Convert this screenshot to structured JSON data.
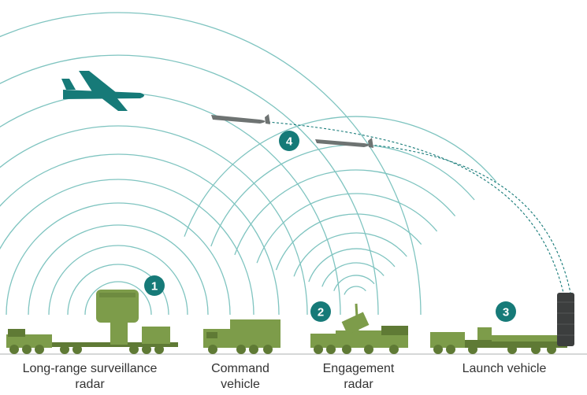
{
  "colors": {
    "wave": "#7fc4c0",
    "badge": "#167a78",
    "vehicle": "#7d9c4a",
    "vehicle_dark": "#5f7a35",
    "aircraft": "#167a78",
    "missile": "#6e7372",
    "ground": "#c9cccc",
    "text": "#333333"
  },
  "badges": [
    "1",
    "2",
    "3",
    "4"
  ],
  "labels": {
    "surveillance": [
      "Long-range surveillance",
      "radar"
    ],
    "command": [
      "Command",
      "vehicle"
    ],
    "engagement": [
      "Engagement",
      "radar"
    ],
    "launch": [
      "Launch vehicle"
    ]
  },
  "icons": {
    "aircraft": "airplane-icon",
    "missile": "cruise-missile-icon",
    "radar_truck": "radar-truck-icon",
    "command_truck": "command-truck-icon",
    "launcher": "launcher-truck-icon"
  }
}
